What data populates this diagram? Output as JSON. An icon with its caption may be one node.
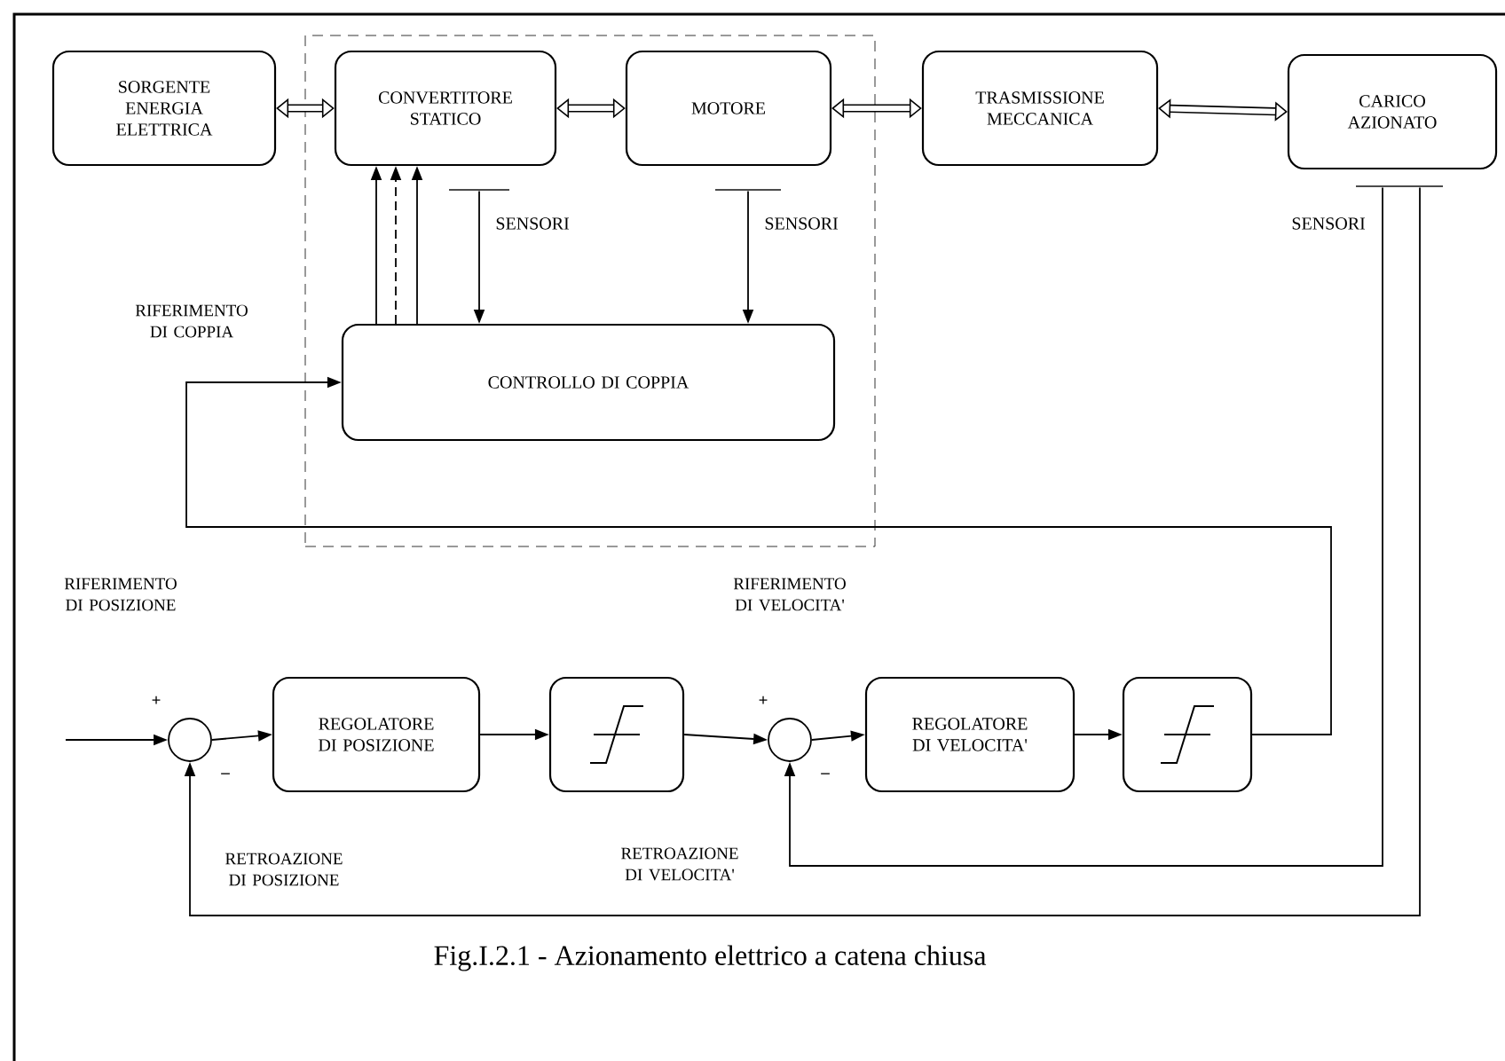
{
  "diagram": {
    "caption": "Fig.I.2.1 - Azionamento elettrico a catena chiusa",
    "nodes": [
      {
        "text": [],
        "shape": "box"
      },
      {
        "text": [
          "SORGENTE ENERGIA ELETTRICA"
        ]
      },
      {
        "text": [
          "CONVERTITORE STATICO"
        ],
        "in": 0
      },
      {
        "text": [
          "MOTORE"
        ],
        "in": 0
      },
      {
        "text": [
          "TRASMISSIONE MECCANICA"
        ]
      },
      {
        "text": [
          "CARICO AZIONATO"
        ]
      },
      {
        "text": [
          "CONTROLLO DI COPPIA"
        ],
        "in": 0
      },
      {
        "text": [],
        "shape": "circle"
      },
      {
        "text": [
          "REGOLATORE DI POSIZIONE"
        ]
      },
      {
        "text": [],
        "shape": "box"
      },
      {
        "text": [],
        "shape": "circle"
      },
      {
        "text": [
          "REGOLATORE DI VELOCITA'"
        ]
      },
      {
        "text": [],
        "shape": "box"
      },
      {
        "text": [],
        "shape": "bar",
        "beside": [
          "SENSORI"
        ],
        "in": 0
      },
      {
        "text": [],
        "shape": "bar",
        "beside": [
          "SENSORI"
        ],
        "in": 0
      },
      {
        "text": [],
        "shape": "bar",
        "beside": [
          "SENSORI"
        ]
      }
    ],
    "edges": [
      {
        "from": 1,
        "to": 2,
        "arrow": "both",
        "style": "thick"
      },
      {
        "from": 2,
        "to": 3,
        "arrow": "both",
        "style": "thick"
      },
      {
        "from": 3,
        "to": 4,
        "arrow": "both",
        "style": "thick"
      },
      {
        "from": 4,
        "to": 5,
        "arrow": "both",
        "style": "thick"
      },
      {
        "from": 6,
        "to": 2,
        "arrow": "to"
      },
      {
        "from": 6,
        "to": 2,
        "arrow": "to",
        "style": "dashed"
      },
      {
        "from": 6,
        "to": 2,
        "arrow": "to"
      },
      {
        "from": 13,
        "to": 6,
        "arrow": "to"
      },
      {
        "from": 14,
        "to": 6,
        "arrow": "to"
      },
      {
        "from": 12,
        "to": 6,
        "arrow": "to"
      },
      {
        "from": 15,
        "to": 10,
        "arrow": "to"
      },
      {
        "from": 15,
        "to": 7,
        "arrow": "to"
      },
      {
        "from": null,
        "to": 7,
        "arrow": "to"
      },
      {
        "from": 7,
        "to": 8,
        "arrow": "to"
      },
      {
        "from": 8,
        "to": 9,
        "arrow": "to"
      },
      {
        "from": 9,
        "to": 10,
        "arrow": "to"
      },
      {
        "from": 10,
        "to": 11,
        "arrow": "to"
      },
      {
        "from": 11,
        "to": 12,
        "arrow": "to"
      }
    ],
    "labels": [
      "RIFERIMENTO DI COPPIA",
      "RIFERIMENTO DI POSIZIONE",
      "RIFERIMENTO DI VELOCITA'",
      "+",
      "+",
      "–",
      "–",
      "RETROAZIONE DI POSIZIONE",
      "RETROAZIONE DI VELOCITA'"
    ]
  }
}
